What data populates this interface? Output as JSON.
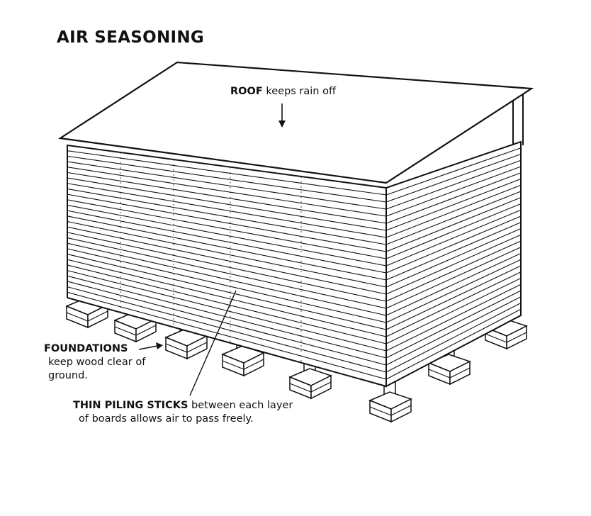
{
  "title": "AIR SEASONING",
  "labels": {
    "roof": {
      "bold": "ROOF",
      "text": " keeps rain off"
    },
    "foundations": {
      "bold": "FOUNDATIONS",
      "line1": "keep wood clear of",
      "line2": "ground."
    },
    "piling": {
      "bold": "THIN PILING STICKS",
      "text": " between each layer",
      "line2": "of boards allows air to pass freely."
    }
  },
  "colors": {
    "ink": "#111111",
    "paper": "#ffffff"
  }
}
